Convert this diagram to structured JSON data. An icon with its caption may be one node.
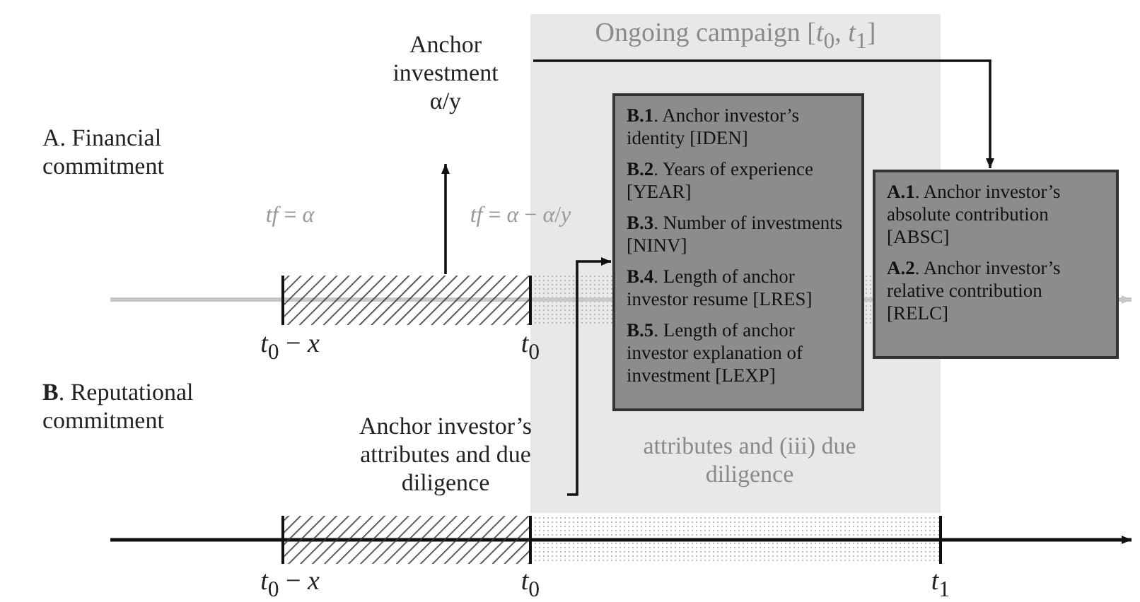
{
  "diagram": {
    "nodes": [
      {
        "text": [
          "Anchor investment α/y"
        ]
      },
      {
        "text": [
          "**B.1**. Anchor investor’s identity [IDEN]",
          "**B.2**. Years of experience [YEAR]",
          "**B.3**. Number of investments [NINV]",
          "**B.4**. Length of anchor investor resume [LRES]",
          "**B.5**. Length of anchor investor explanation of investment [LEXP]"
        ]
      },
      {
        "text": [
          "**A.1**. Anchor investor’s absolute contribution [ABSC]",
          "**A.2**. Anchor investor’s relative contribution [RELC]"
        ]
      },
      {
        "text": [
          "Anchor investor’s attributes and due diligence"
        ]
      },
      {
        "text": [],
        "shape": "bar"
      },
      {
        "text": [],
        "shape": "bar"
      }
    ],
    "edges": [
      {
        "from": 4,
        "to": 0,
        "arrow": "to"
      },
      {
        "from": 0,
        "to": 2,
        "arrow": "to"
      },
      {
        "from": 3,
        "to": 1,
        "arrow": "to"
      }
    ],
    "labels": [
      "Ongoing campaign [*t*$_{0}$, *t*$_{1}$]",
      "A. Financial commitment",
      "*tf* = *α*",
      "*tf* = *α* − *α*/*y*",
      "*t*$_{0}$ − *x*",
      "*t*$_{0}$",
      "**B**. Reputational commitment",
      "attributes and (iii) due diligence",
      "*t*$_{0}$ − *x*",
      "*t*$_{0}$",
      "*t*$_{1}$"
    ]
  }
}
